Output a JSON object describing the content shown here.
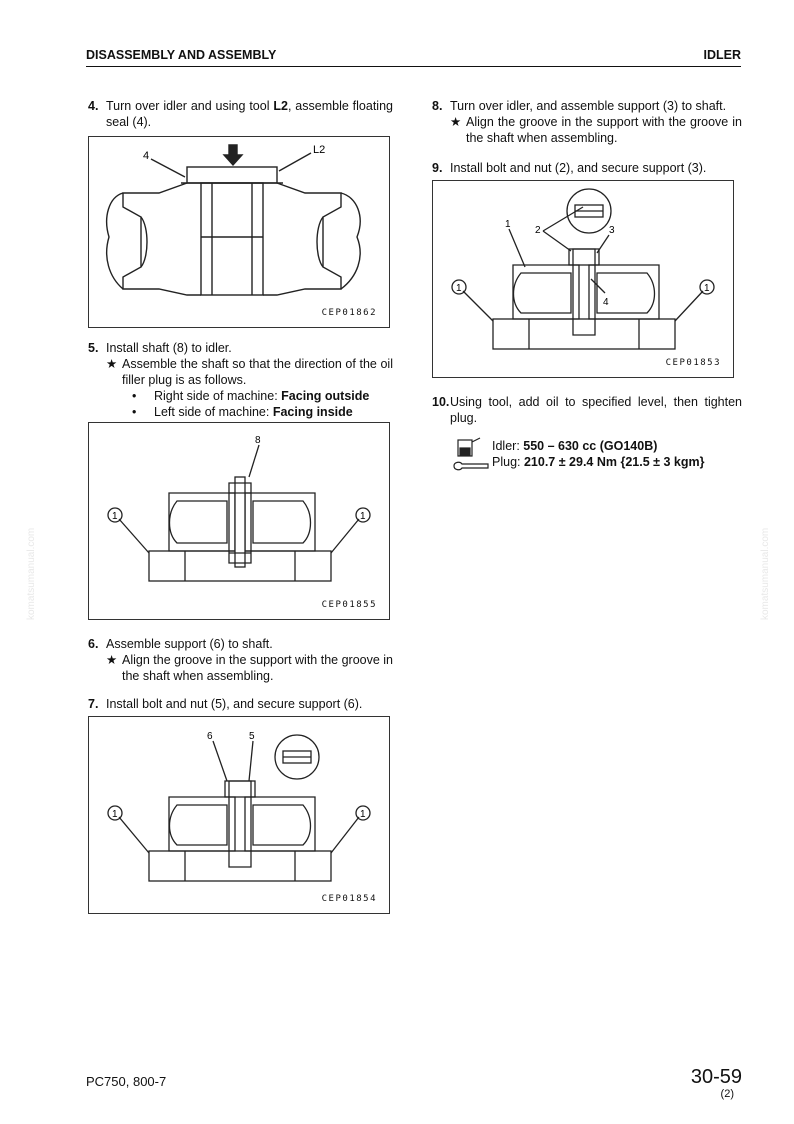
{
  "header": {
    "section": "DISASSEMBLY AND ASSEMBLY",
    "component": "IDLER"
  },
  "steps": {
    "s4": {
      "num": "4.",
      "pre": "Turn over idler and using tool ",
      "tool": "L2",
      "post": ", assemble floating seal (4)."
    },
    "s5": {
      "num": "5.",
      "text": "Install shaft (8) to idler.",
      "note": "Assemble the shaft so that the direction of the oil filler plug is as follows.",
      "b1_label": "Right side of machine: ",
      "b1_value": "Facing outside",
      "b2_label": "Left side of machine: ",
      "b2_value": "Facing inside"
    },
    "s6": {
      "num": "6.",
      "text": "Assemble support (6) to shaft.",
      "note": "Align the groove in the support with the groove in the shaft when assembling."
    },
    "s7": {
      "num": "7.",
      "text": "Install bolt and nut (5), and secure support (6)."
    },
    "s8": {
      "num": "8.",
      "text": "Turn over idler, and assemble support (3) to shaft.",
      "note": "Align the groove in the support with the groove in the shaft when assembling."
    },
    "s9": {
      "num": "9.",
      "text": "Install bolt and nut (2), and secure support (3)."
    },
    "s10": {
      "num": "10.",
      "text": "Using tool, add oil to specified level, then tighten plug."
    }
  },
  "star": "★",
  "bullet": "•",
  "specs": {
    "oil_label": "Idler: ",
    "oil_value": "550 – 630 cc (GO140B)",
    "plug_label": "Plug: ",
    "plug_value": "210.7 ± 29.4 Nm {21.5 ± 3 kgm}"
  },
  "figures": {
    "f1": {
      "code": "CEP01862",
      "label_a": "4",
      "label_b": "L2"
    },
    "f2": {
      "code": "CEP01855",
      "label_a": "8",
      "circle": "1"
    },
    "f3": {
      "code": "CEP01854",
      "label_a": "6",
      "label_b": "5",
      "circle": "1"
    },
    "f4": {
      "code": "CEP01853",
      "label_a": "1",
      "label_b": "2",
      "label_c": "3",
      "label_d": "4",
      "circle": "1"
    }
  },
  "watermark": "komatsumanual.com",
  "footer": {
    "model": "PC750, 800-7",
    "page": "30-59",
    "rev": "(2)"
  }
}
